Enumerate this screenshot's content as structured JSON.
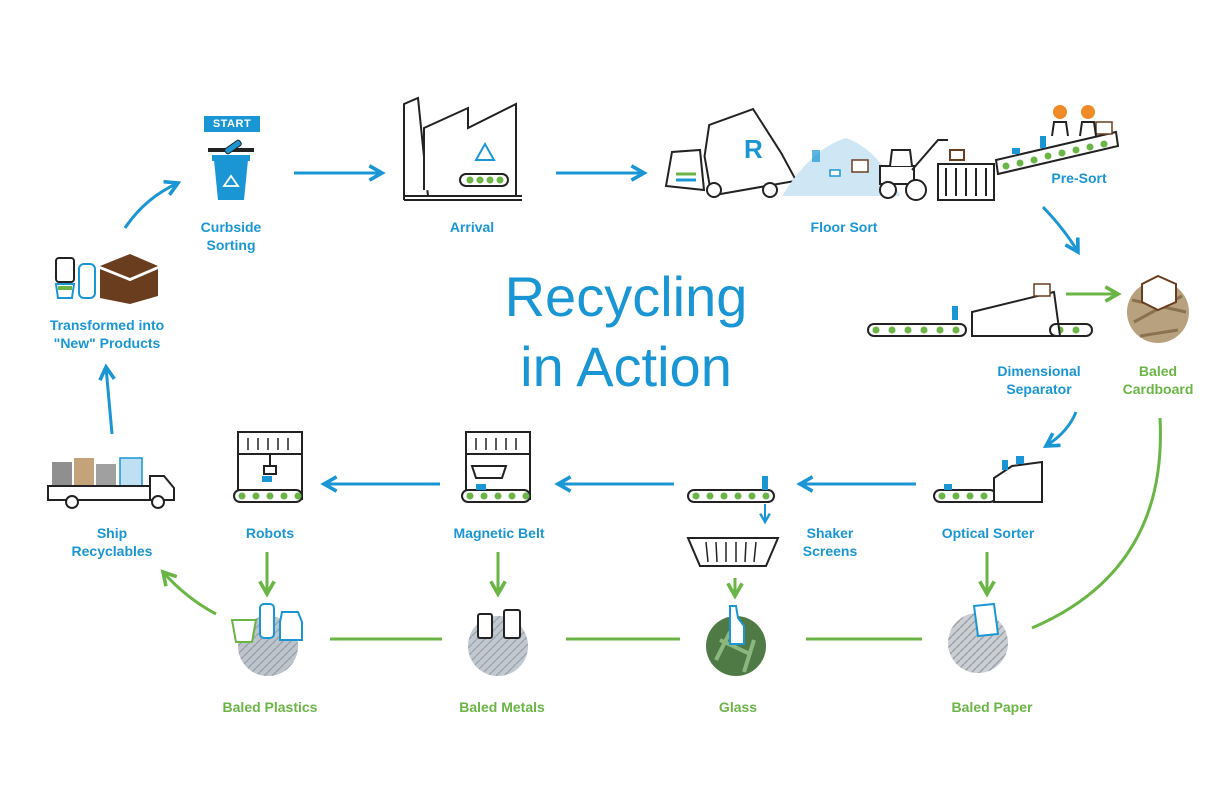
{
  "title": {
    "line1": "Recycling",
    "line2": "in Action"
  },
  "start_badge": "START",
  "colors": {
    "blue": "#1a96d4",
    "green": "#6ab545",
    "brown": "#6b3d1f",
    "dark": "#222222"
  },
  "steps": {
    "curbside": "Curbside\nSorting",
    "arrival": "Arrival",
    "floor_sort": "Floor Sort",
    "pre_sort": "Pre-Sort",
    "dimensional": "Dimensional\nSeparator",
    "baled_cardboard": "Baled\nCardboard",
    "optical": "Optical Sorter",
    "shaker": "Shaker\nScreens",
    "magnetic": "Magnetic Belt",
    "robots": "Robots",
    "ship": "Ship\nRecyclables",
    "transformed": "Transformed into\n\"New\" Products"
  },
  "outputs": {
    "baled_paper": "Baled Paper",
    "glass": "Glass",
    "baled_metals": "Baled Metals",
    "baled_plastics": "Baled Plastics"
  },
  "truck_logo_letter": "R"
}
